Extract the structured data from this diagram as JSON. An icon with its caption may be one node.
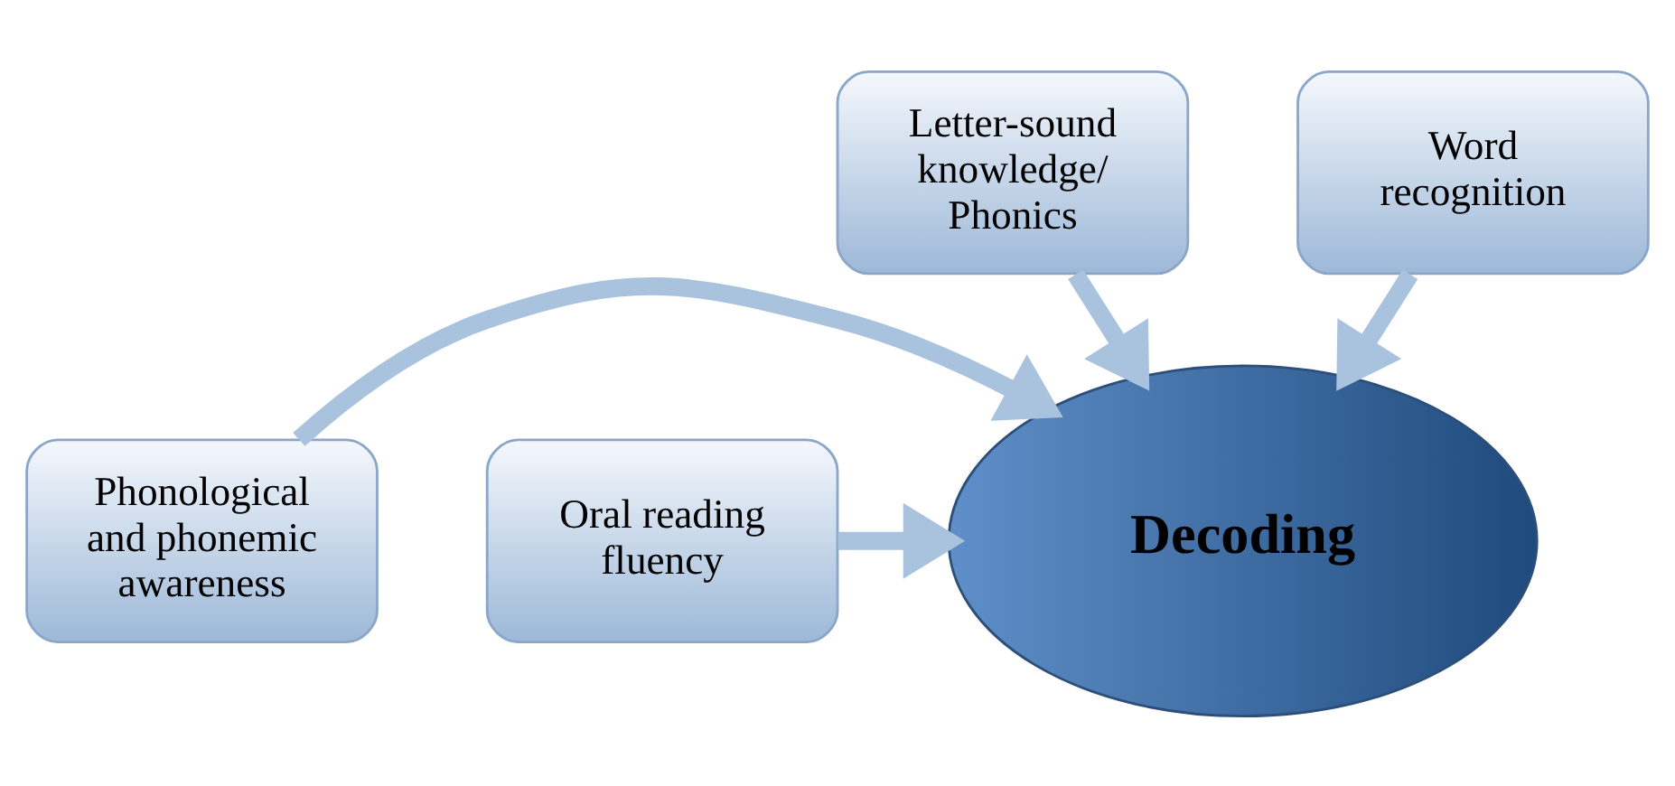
{
  "diagram": {
    "nodes": [
      {
        "text": [
          "Letter-sound knowledge/ Phonics"
        ]
      },
      {
        "text": [
          "Word recognition"
        ]
      },
      {
        "text": [
          "Phonological and phonemic awareness"
        ]
      },
      {
        "text": [
          "Decoding"
        ]
      },
      {
        "text": [
          "Oral reading fluency"
        ]
      }
    ],
    "edges": [
      {
        "from": 0,
        "to": 3,
        "arrow": "to"
      },
      {
        "from": 1,
        "to": 3,
        "arrow": "to"
      },
      {
        "from": 2,
        "to": 3,
        "arrow": "to"
      },
      {
        "from": 4,
        "to": 3,
        "arrow": "to"
      }
    ]
  }
}
